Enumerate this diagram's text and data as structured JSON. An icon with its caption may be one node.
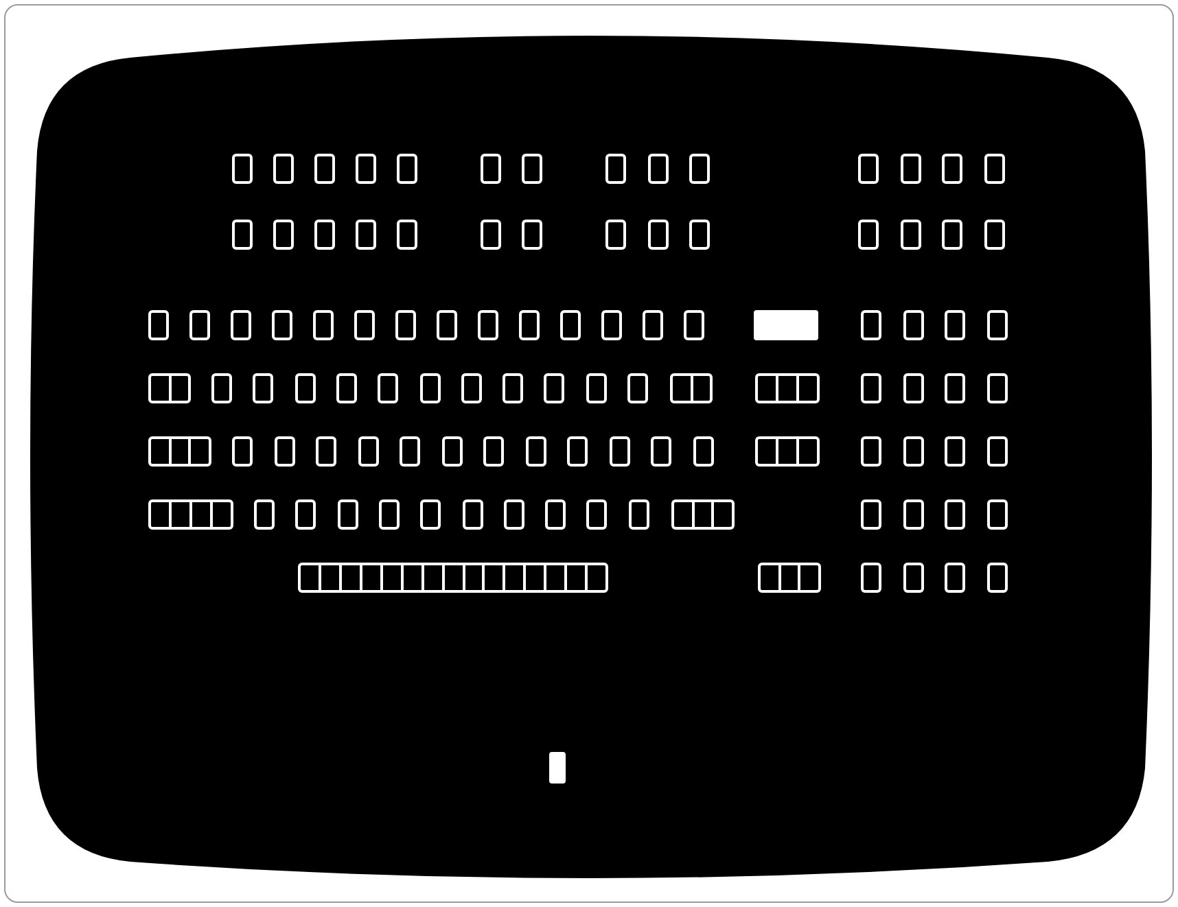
{
  "diagram": {
    "nodes": [
      {
        "text": [],
        "shape": "box"
      },
      {
        "text": [],
        "shape": "box"
      },
      {
        "text": [],
        "shape": "box"
      },
      {
        "text": [],
        "shape": "box"
      },
      {
        "text": [],
        "shape": "box"
      },
      {
        "text": [],
        "shape": "box"
      },
      {
        "text": [],
        "shape": "box"
      },
      {
        "text": [],
        "shape": "box"
      },
      {
        "text": [],
        "shape": "box"
      },
      {
        "text": [],
        "shape": "box"
      },
      {
        "text": [],
        "shape": "box"
      },
      {
        "text": [],
        "shape": "box"
      },
      {
        "text": [],
        "shape": "box"
      },
      {
        "text": [],
        "shape": "box"
      },
      {
        "text": [],
        "shape": "box"
      },
      {
        "text": [],
        "shape": "box"
      },
      {
        "text": [],
        "shape": "box"
      },
      {
        "text": [],
        "shape": "box"
      },
      {
        "text": [],
        "shape": "box"
      },
      {
        "text": [],
        "shape": "box"
      },
      {
        "text": [],
        "shape": "box"
      },
      {
        "text": [],
        "shape": "box"
      },
      {
        "text": [],
        "shape": "box"
      },
      {
        "text": [],
        "shape": "box"
      },
      {
        "text": [],
        "shape": "box"
      },
      {
        "text": [],
        "shape": "box"
      },
      {
        "text": [],
        "shape": "box"
      },
      {
        "text": [],
        "shape": "box"
      },
      {
        "text": [],
        "shape": "box"
      },
      {
        "text": [],
        "shape": "box"
      },
      {
        "text": [],
        "shape": "box"
      },
      {
        "text": [],
        "shape": "box"
      },
      {
        "text": [],
        "shape": "box"
      },
      {
        "text": [],
        "shape": "box"
      },
      {
        "text": [],
        "shape": "box"
      },
      {
        "text": [],
        "shape": "box"
      },
      {
        "text": [],
        "shape": "box"
      },
      {
        "text": [],
        "shape": "box"
      },
      {
        "text": [],
        "shape": "box"
      },
      {
        "text": [],
        "shape": "box"
      },
      {
        "text": [],
        "shape": "box"
      },
      {
        "text": [],
        "shape": "box"
      },
      {
        "text": [],
        "shape": "bar"
      },
      {
        "text": [],
        "shape": "box"
      },
      {
        "text": [],
        "shape": "box"
      },
      {
        "text": [],
        "shape": "box"
      },
      {
        "text": [],
        "shape": "box"
      },
      {
        "text": [],
        "shape": "box"
      },
      {
        "text": [],
        "shape": "box"
      },
      {
        "text": [],
        "shape": "box"
      },
      {
        "text": [],
        "shape": "box"
      },
      {
        "text": [],
        "shape": "box"
      },
      {
        "text": [],
        "shape": "box"
      },
      {
        "text": [],
        "shape": "box"
      },
      {
        "text": [],
        "shape": "box"
      },
      {
        "text": [],
        "shape": "box"
      },
      {
        "text": [],
        "shape": "box"
      },
      {
        "text": [],
        "shape": "box"
      },
      {
        "text": [],
        "shape": "box"
      },
      {
        "text": [],
        "shape": "box"
      },
      {
        "text": [],
        "shape": "box"
      },
      {
        "text": [],
        "shape": "box"
      },
      {
        "text": [],
        "shape": "box"
      },
      {
        "text": [],
        "shape": "box"
      },
      {
        "text": [],
        "shape": "box"
      },
      {
        "text": [],
        "shape": "box"
      },
      {
        "text": [],
        "shape": "box"
      },
      {
        "text": [],
        "shape": "box"
      },
      {
        "text": [],
        "shape": "box"
      },
      {
        "text": [],
        "shape": "box"
      },
      {
        "text": [],
        "shape": "box"
      },
      {
        "text": [],
        "shape": "box"
      },
      {
        "text": [],
        "shape": "box"
      },
      {
        "text": [],
        "shape": "box"
      },
      {
        "text": [],
        "shape": "box"
      },
      {
        "text": [],
        "shape": "box"
      },
      {
        "text": [],
        "shape": "box"
      },
      {
        "text": [],
        "shape": "box"
      },
      {
        "text": [],
        "shape": "box"
      },
      {
        "text": [],
        "shape": "box"
      },
      {
        "text": [],
        "shape": "box"
      },
      {
        "text": [],
        "shape": "box"
      },
      {
        "text": [],
        "shape": "box"
      },
      {
        "text": [],
        "shape": "box"
      },
      {
        "text": [],
        "shape": "box"
      },
      {
        "text": [],
        "shape": "box"
      },
      {
        "text": [],
        "shape": "box"
      },
      {
        "text": [],
        "shape": "box"
      },
      {
        "text": [],
        "shape": "box"
      },
      {
        "text": [],
        "shape": "box"
      },
      {
        "text": [],
        "shape": "box"
      },
      {
        "text": [],
        "shape": "box"
      },
      {
        "text": [],
        "shape": "box"
      },
      {
        "text": [],
        "shape": "box"
      },
      {
        "text": [],
        "shape": "box"
      },
      {
        "text": [],
        "shape": "box"
      },
      {
        "text": [],
        "shape": "box"
      },
      {
        "text": [],
        "shape": "box"
      },
      {
        "text": [],
        "shape": "box"
      },
      {
        "text": [],
        "shape": "box"
      },
      {
        "text": [],
        "shape": "box"
      },
      {
        "text": [],
        "shape": "box"
      },
      {
        "text": [],
        "shape": "box"
      },
      {
        "text": [],
        "shape": "box"
      },
      {
        "text": [],
        "shape": "box"
      },
      {
        "text": [],
        "shape": "bar"
      }
    ]
  }
}
